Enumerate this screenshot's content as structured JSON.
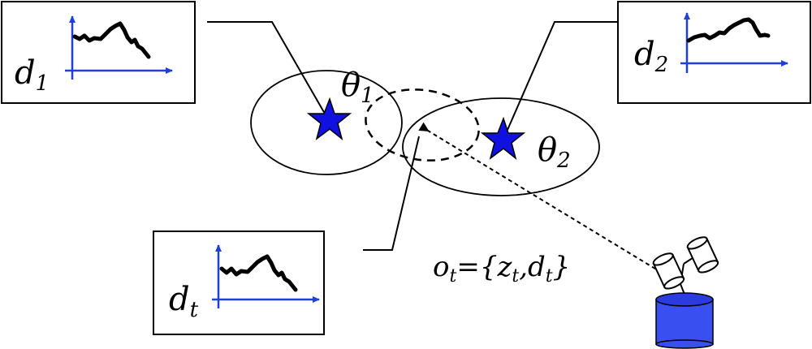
{
  "panels": {
    "d1": {
      "base": "d",
      "sub": "1"
    },
    "d2": {
      "base": "d",
      "sub": "2"
    },
    "dt": {
      "base": "d",
      "sub": "t"
    }
  },
  "params": {
    "theta1": {
      "base": "θ",
      "sub": "1"
    },
    "theta2": {
      "base": "θ",
      "sub": "2"
    }
  },
  "observation": {
    "o": "o",
    "o_sub": "t",
    "eq": "={",
    "z": "z",
    "z_sub": "t",
    "comma": ",",
    "d": "d",
    "d_sub": "t",
    "close": "}"
  },
  "colors": {
    "star": "#1010e0",
    "axis": "#1f3fd8",
    "sensor": "#3a4ff0"
  },
  "icons": [
    "star-icon",
    "sensor-station-icon",
    "arrow-icon"
  ]
}
